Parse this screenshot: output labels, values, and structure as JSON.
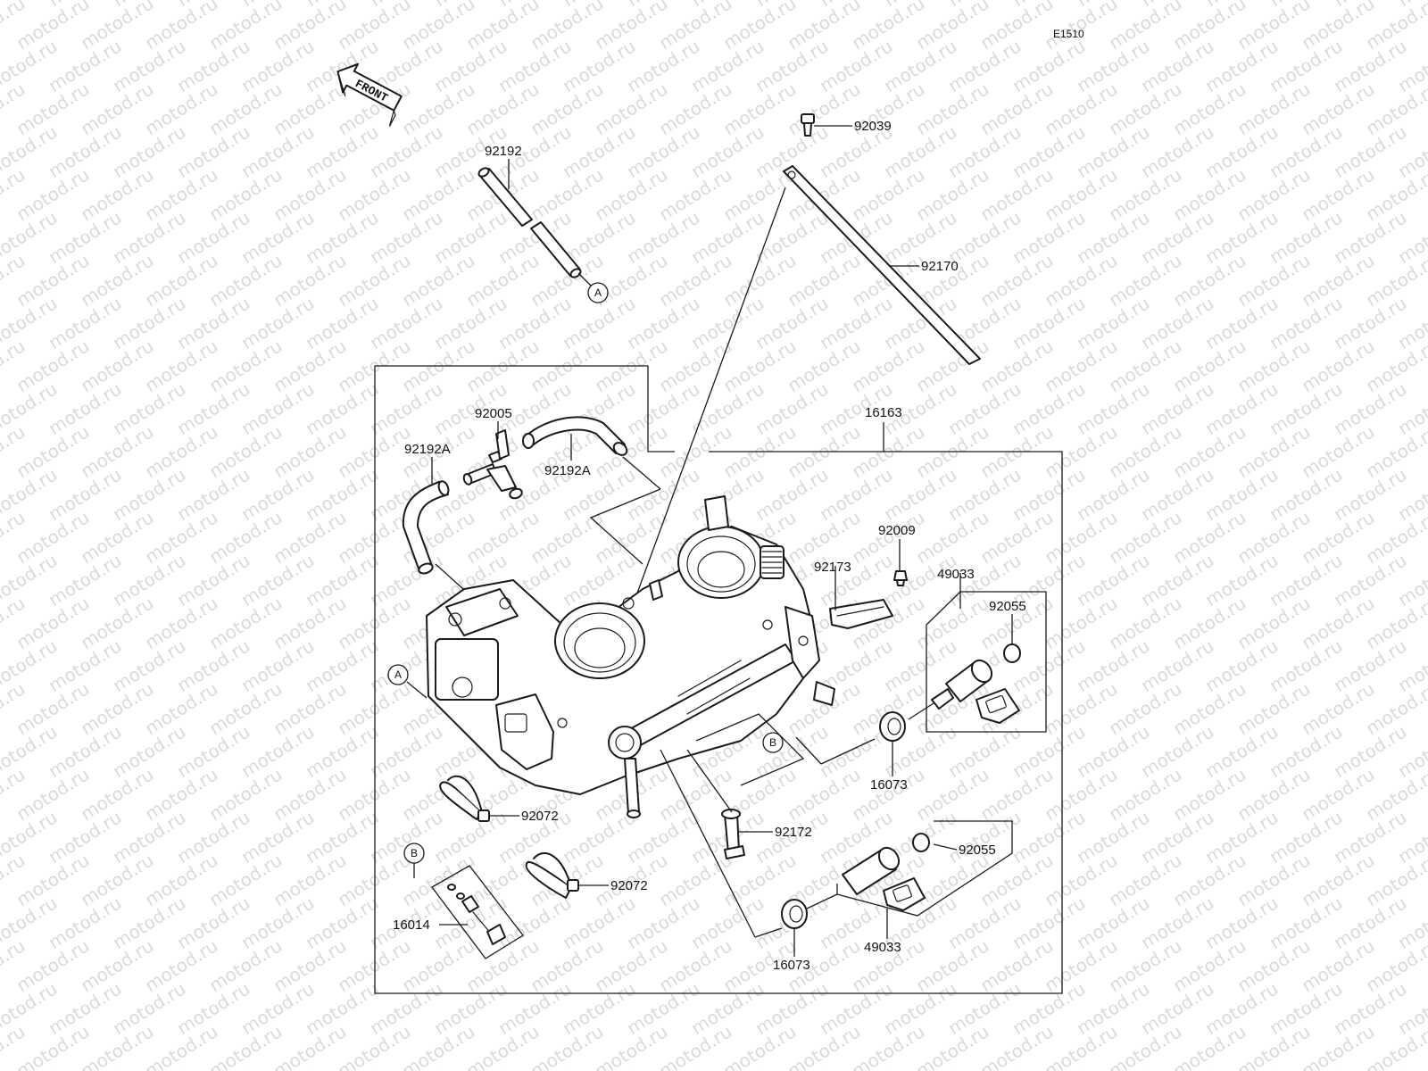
{
  "drawing_code": "E1510",
  "watermark": "motod.ru",
  "front_label": "FRONT",
  "callout_letters": {
    "a": "A",
    "b": "B"
  },
  "parts": {
    "p92192": "92192",
    "p92039": "92039",
    "p92170": "92170",
    "p16163": "16163",
    "p92005": "92005",
    "p92192A_left": "92192A",
    "p92192A_right": "92192A",
    "p92009": "92009",
    "p92173": "92173",
    "p49033_top": "49033",
    "p92055_top": "92055",
    "p16073_top": "16073",
    "p92072_top": "92072",
    "p92172": "92172",
    "p92055_bottom": "92055",
    "p92072_bottom": "92072",
    "p16014": "16014",
    "p49033_bottom": "49033",
    "p16073_bottom": "16073"
  }
}
